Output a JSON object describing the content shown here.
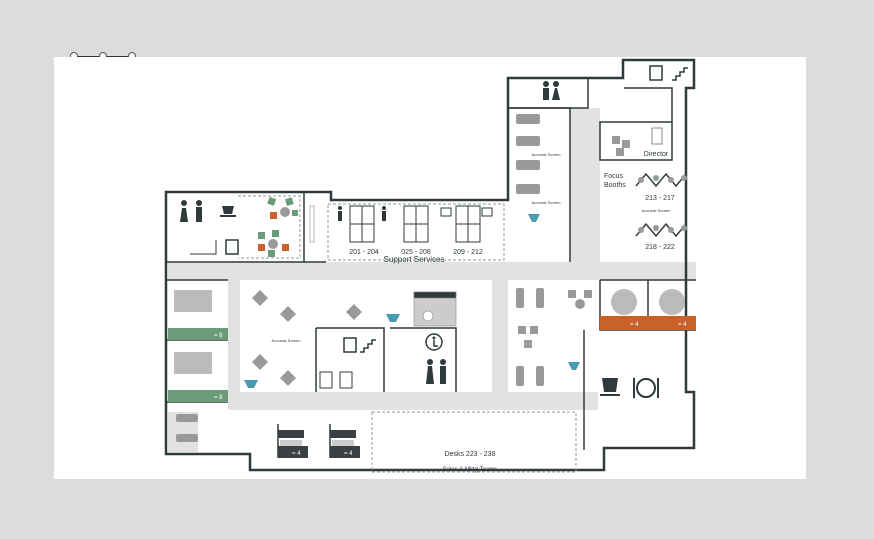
{
  "rooms": {
    "support_services": "Support Services",
    "desks_201_204": "201 - 204",
    "desks_205_208": "025 - 208",
    "desks_209_212": "209 - 212",
    "focus_booths": [
      "Focus",
      "Booths"
    ],
    "booths_213_217": "213 - 217",
    "booths_218_222": "218 - 222",
    "director": "Director",
    "acoustic_screen": "Acoustic Screen",
    "desks_223_238": "Desks 223 - 238",
    "sales_mktg": "Sales & Mktg Teams"
  },
  "capacities": {
    "meeting_left_top": "= 8",
    "meeting_left_bottom": "= 8",
    "meeting_orange_left": "= 4",
    "meeting_orange_right": "= 4",
    "phone_room_left": "= 4",
    "phone_room_right": "= 4"
  },
  "colors": {
    "wall": "#2f3a3d",
    "corridor": "#e2e2e2",
    "green_tag": "#6b9c7a",
    "orange_tag": "#c8622a",
    "dark_tag": "#3a4043",
    "teal_icon": "#4a9bb0"
  }
}
